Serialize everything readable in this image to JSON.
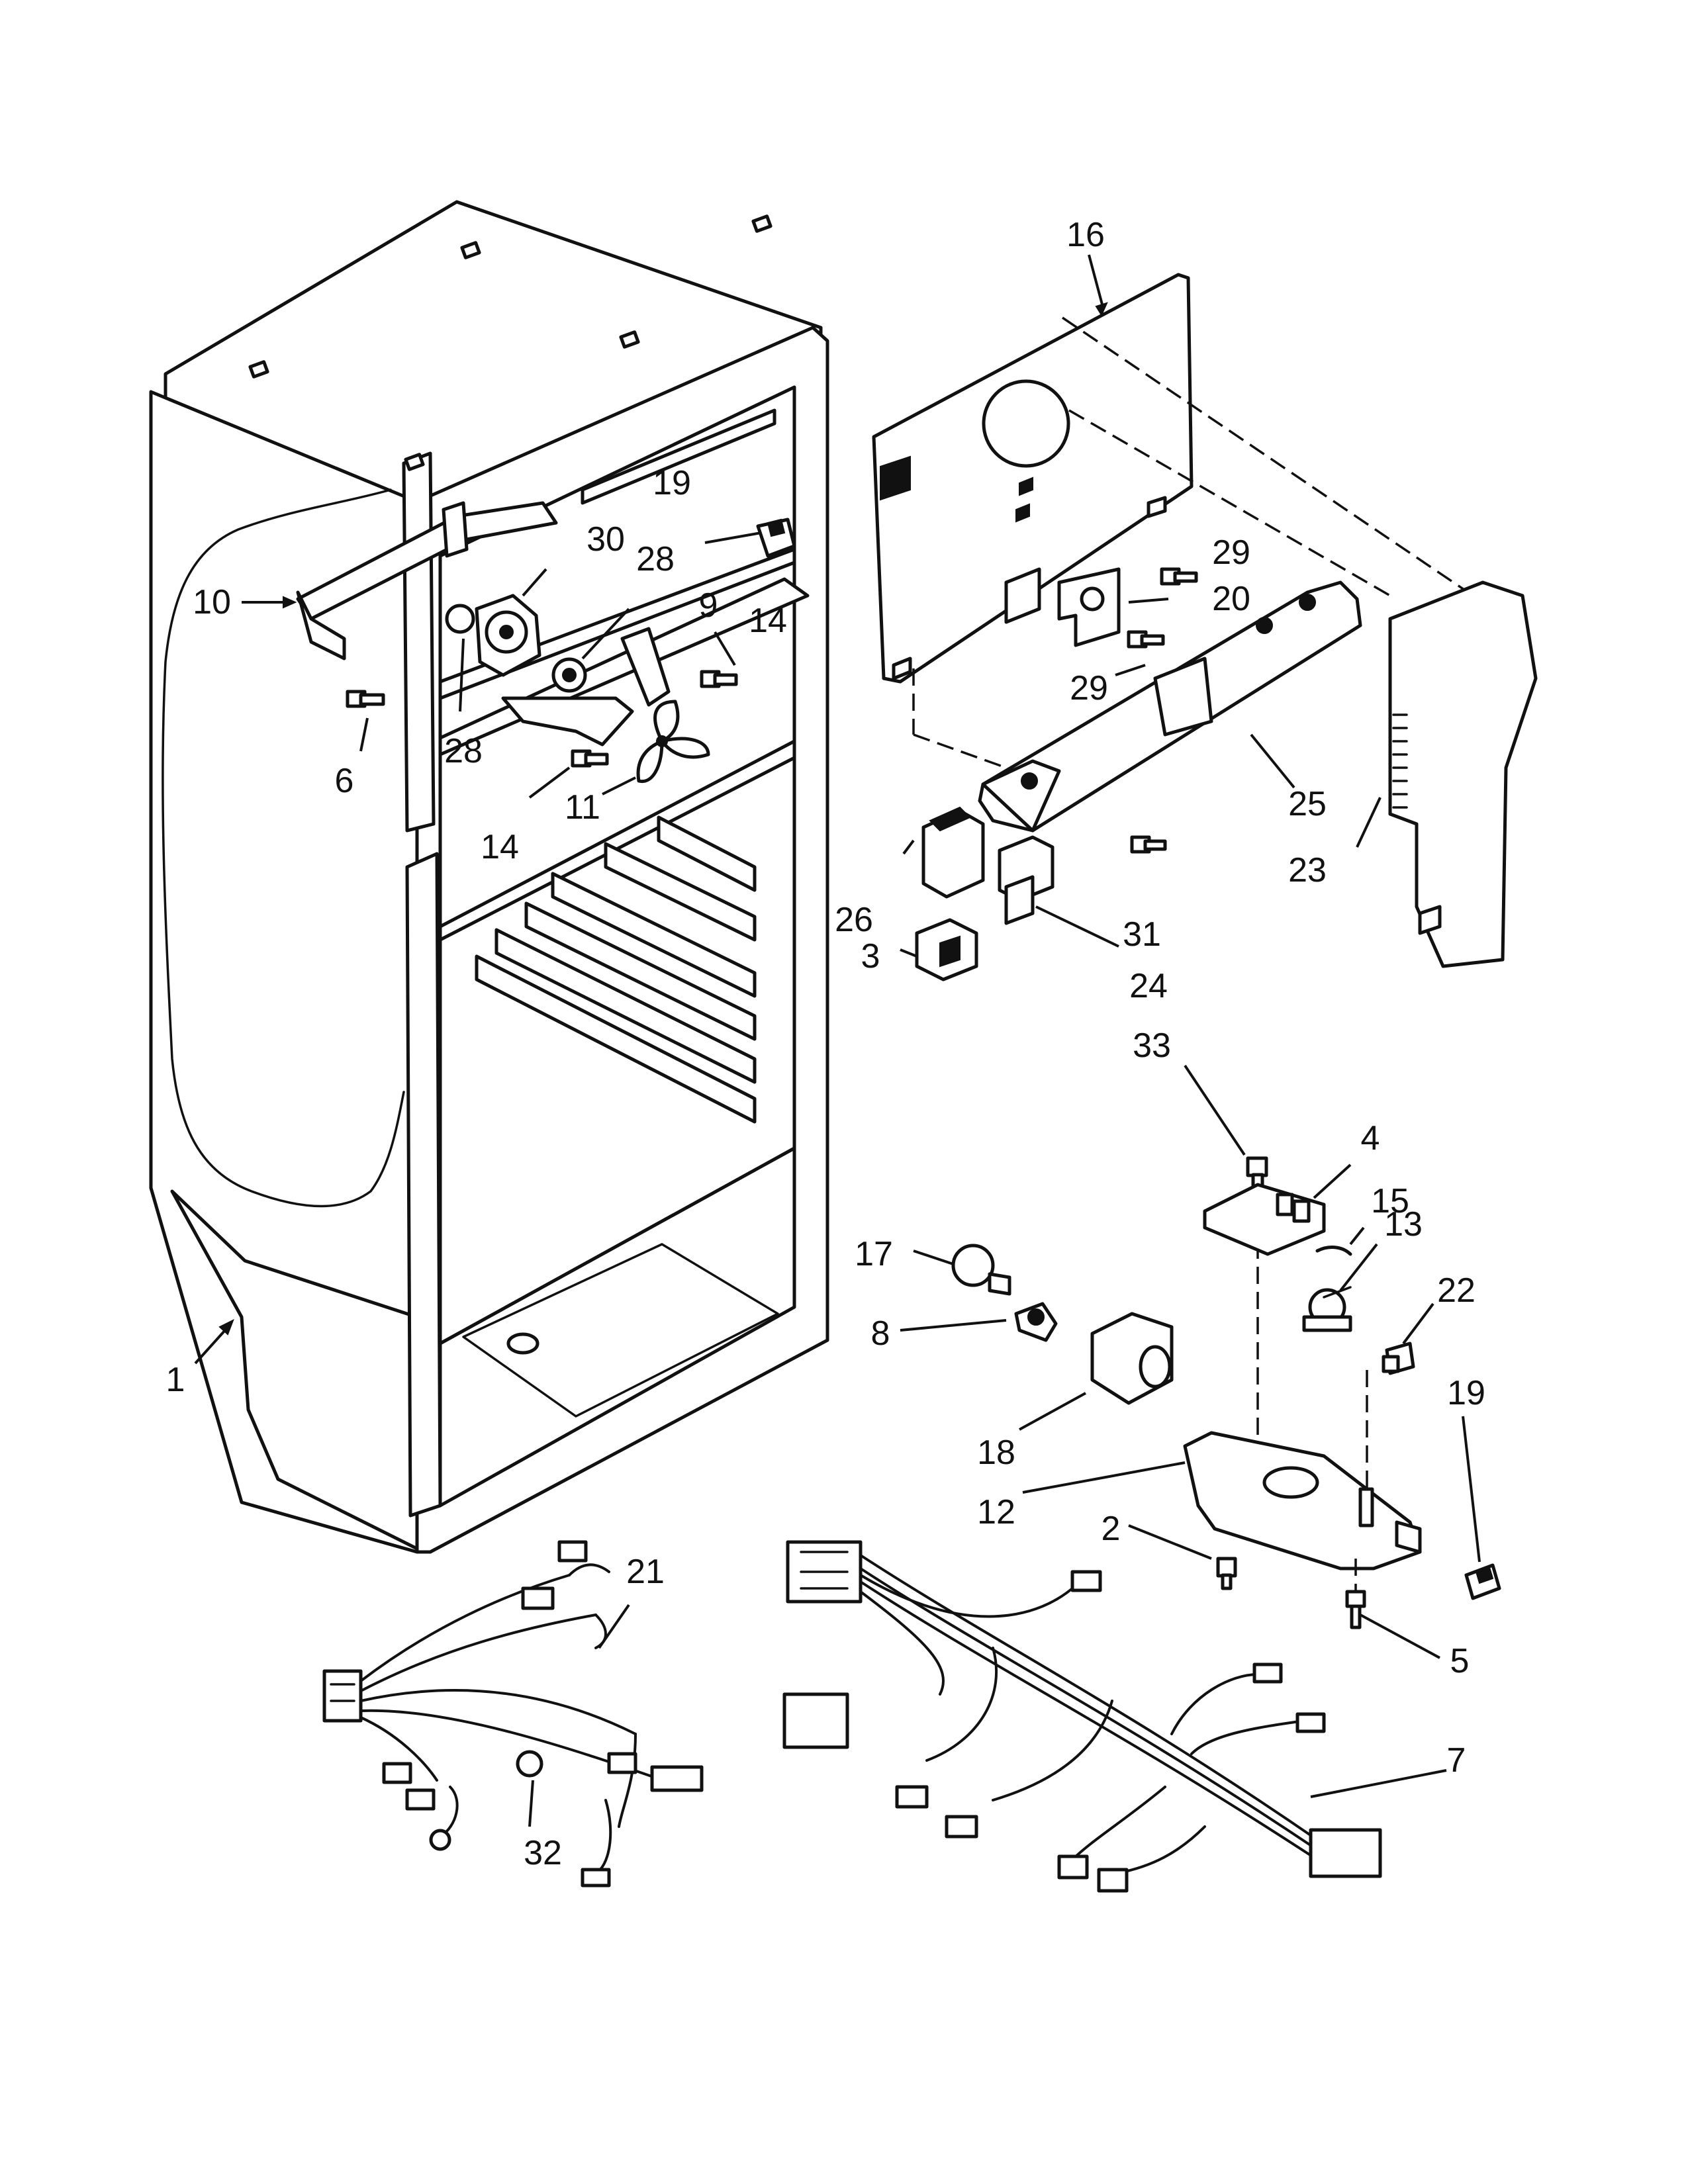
{
  "callouts": [
    {
      "id": "c1",
      "label": "1"
    },
    {
      "id": "c2",
      "label": "2"
    },
    {
      "id": "c3",
      "label": "3"
    },
    {
      "id": "c4",
      "label": "4"
    },
    {
      "id": "c5",
      "label": "5"
    },
    {
      "id": "c6",
      "label": "6"
    },
    {
      "id": "c7",
      "label": "7"
    },
    {
      "id": "c8",
      "label": "8"
    },
    {
      "id": "c9",
      "label": "9"
    },
    {
      "id": "c10",
      "label": "10"
    },
    {
      "id": "c11",
      "label": "11"
    },
    {
      "id": "c12",
      "label": "12"
    },
    {
      "id": "c13",
      "label": "13"
    },
    {
      "id": "c14a",
      "label": "14"
    },
    {
      "id": "c14b",
      "label": "14"
    },
    {
      "id": "c15",
      "label": "15"
    },
    {
      "id": "c16",
      "label": "16"
    },
    {
      "id": "c17",
      "label": "17"
    },
    {
      "id": "c18",
      "label": "18"
    },
    {
      "id": "c19a",
      "label": "19"
    },
    {
      "id": "c19b",
      "label": "19"
    },
    {
      "id": "c20",
      "label": "20"
    },
    {
      "id": "c21",
      "label": "21"
    },
    {
      "id": "c22",
      "label": "22"
    },
    {
      "id": "c23",
      "label": "23"
    },
    {
      "id": "c24",
      "label": "24"
    },
    {
      "id": "c25",
      "label": "25"
    },
    {
      "id": "c26",
      "label": "26"
    },
    {
      "id": "c28a",
      "label": "28"
    },
    {
      "id": "c28b",
      "label": "28"
    },
    {
      "id": "c29a",
      "label": "29"
    },
    {
      "id": "c29b",
      "label": "29"
    },
    {
      "id": "c30",
      "label": "30"
    },
    {
      "id": "c31",
      "label": "31"
    },
    {
      "id": "c32",
      "label": "32"
    },
    {
      "id": "c33",
      "label": "33"
    }
  ]
}
